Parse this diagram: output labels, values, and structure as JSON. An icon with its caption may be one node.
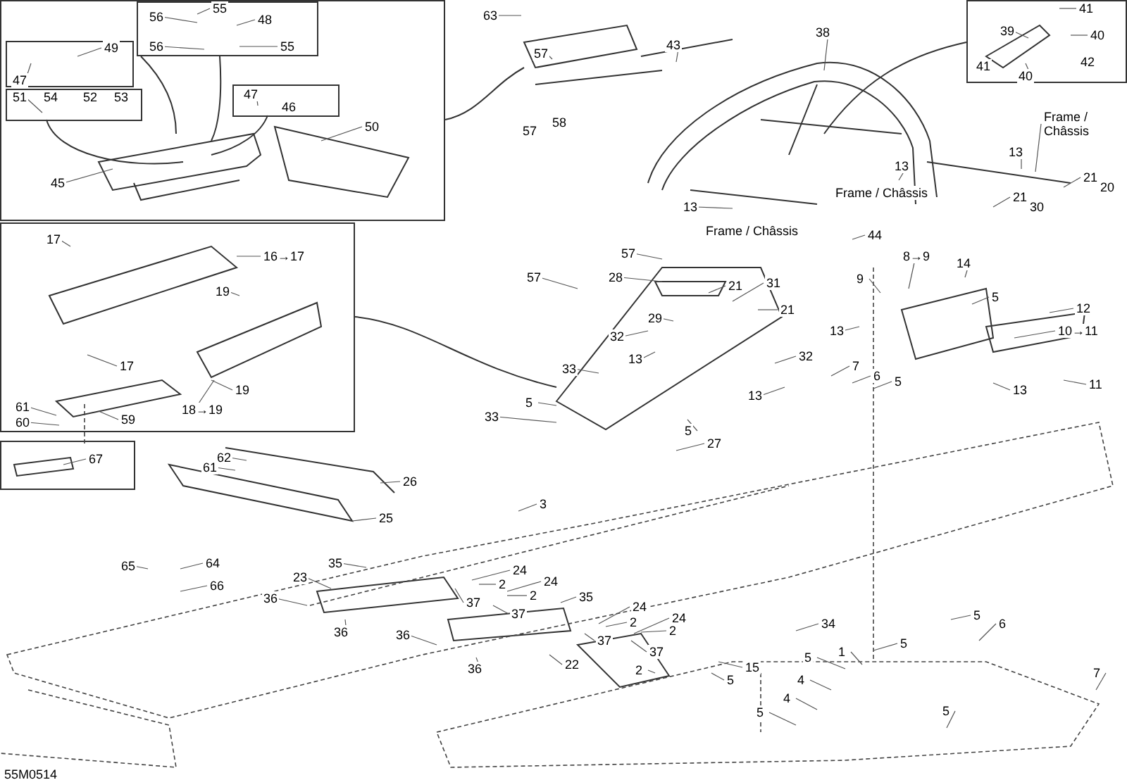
{
  "diagram": {
    "labels": [
      "56",
      "55",
      "48",
      "49",
      "56",
      "55",
      "47",
      "51",
      "54",
      "52",
      "53",
      "47",
      "46",
      "50",
      "45",
      "63",
      "57",
      "43",
      "57",
      "58",
      "38",
      "41",
      "39",
      "40",
      "41",
      "42",
      "40",
      "Frame / Châssis",
      "13",
      "13",
      "13",
      "Frame / Châssis",
      "21",
      "20",
      "21",
      "30",
      "Frame / Châssis",
      "44",
      "17",
      "16→17",
      "19",
      "17",
      "19",
      "18→19",
      "57",
      "28",
      "21",
      "31",
      "57",
      "21",
      "29",
      "32",
      "13",
      "33",
      "32",
      "7",
      "6",
      "5",
      "13",
      "5",
      "33",
      "5",
      "27",
      "8→9",
      "14",
      "9",
      "5",
      "13",
      "12",
      "10→11",
      "11",
      "13",
      "61",
      "60",
      "59",
      "67",
      "62",
      "61",
      "26",
      "25",
      "3",
      "65",
      "64",
      "66",
      "35",
      "23",
      "36",
      "24",
      "2",
      "24",
      "2",
      "36",
      "36",
      "37",
      "37",
      "35",
      "24",
      "2",
      "24",
      "2",
      "37",
      "37",
      "34",
      "5",
      "6",
      "5",
      "36",
      "22",
      "2",
      "15",
      "5",
      "1",
      "5",
      "4",
      "7",
      "4",
      "5",
      "5",
      "55M0514"
    ]
  }
}
